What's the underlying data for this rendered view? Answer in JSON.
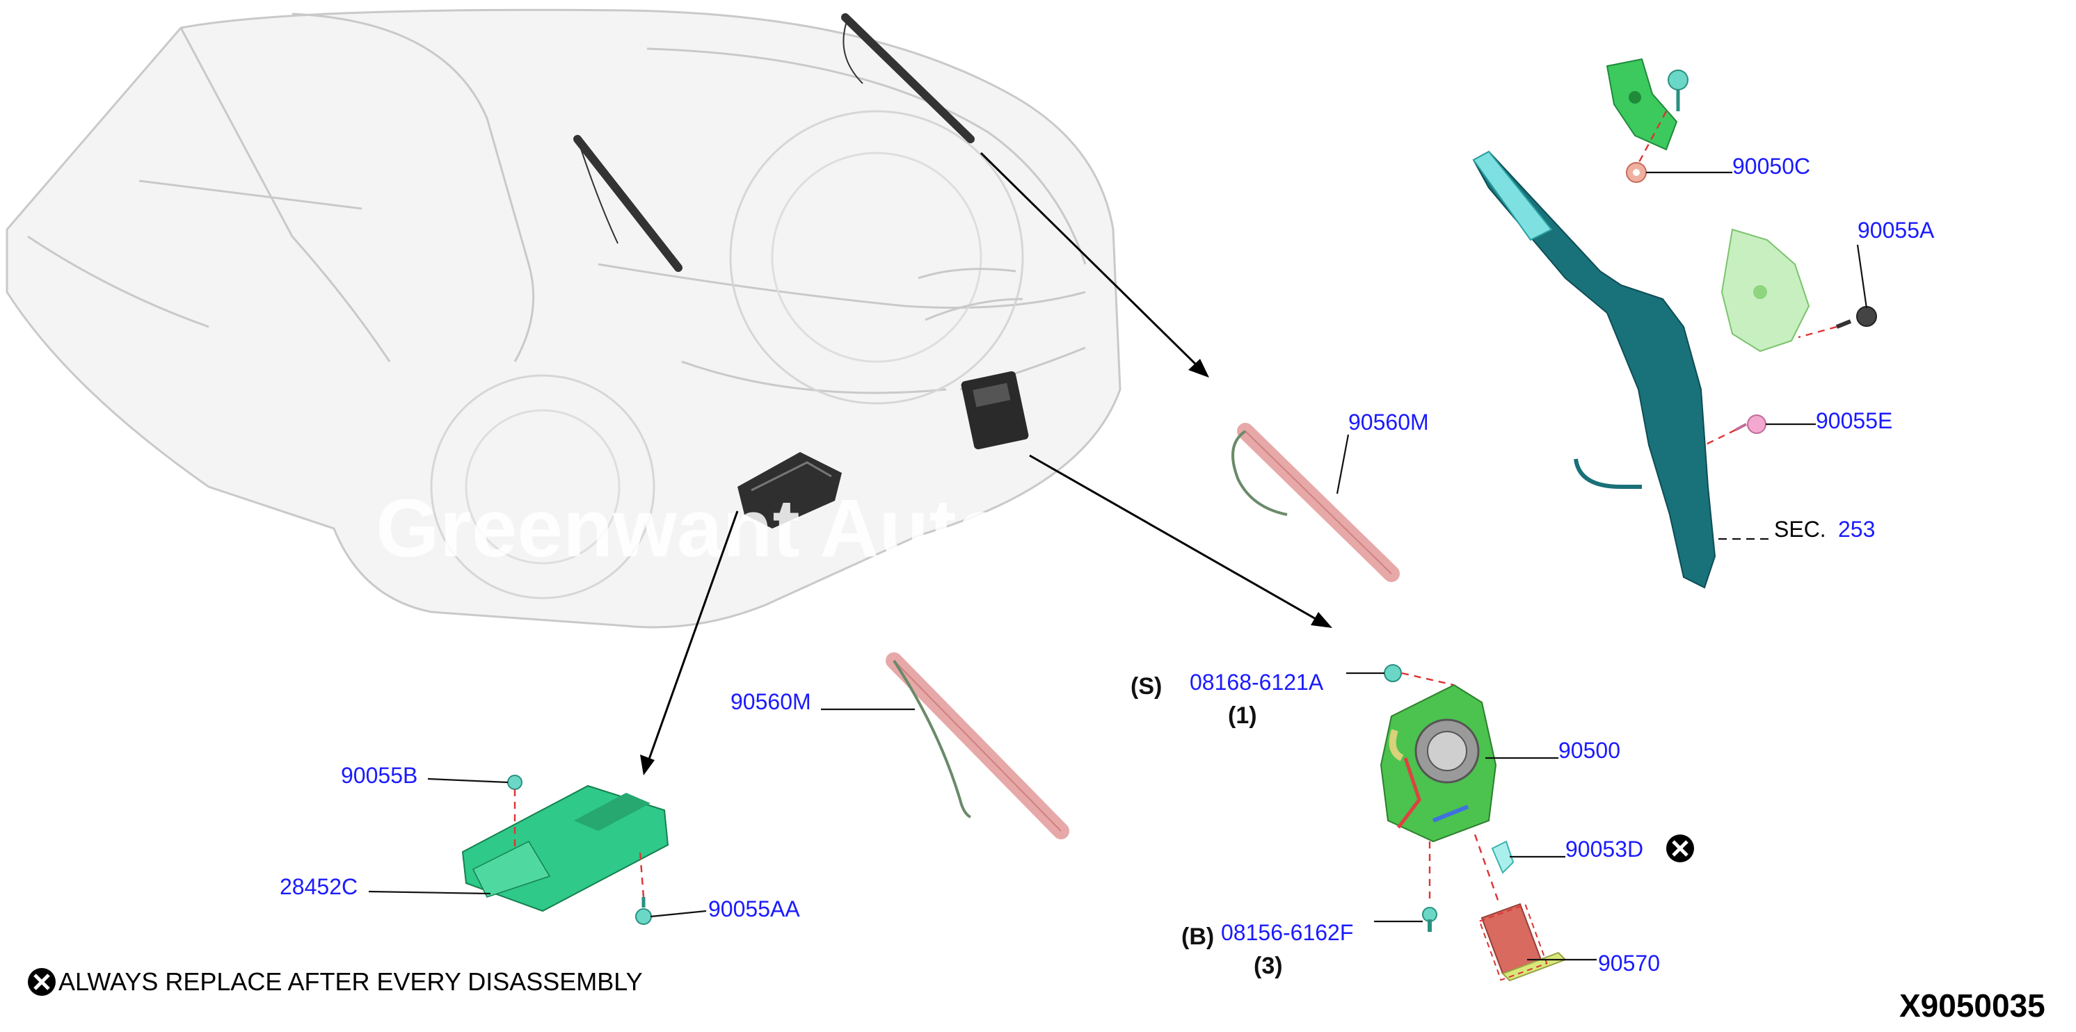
{
  "watermark": "Greenwant Auto Parts",
  "diagram_code": "X9050035",
  "note": {
    "icon": "x-circle-icon",
    "text": "ALWAYS REPLACE AFTER EVERY DISASSEMBLY"
  },
  "callouts": {
    "c90050C": "90050C",
    "c90055A": "90055A",
    "c90055E": "90055E",
    "sec253_prefix": "SEC.",
    "sec253_num": "253",
    "c90560M_upper": "90560M",
    "c90560M_lower": "90560M",
    "c08168": "08168-6121A",
    "c08168_prefix": "(S)",
    "c08168_qty": "(1)",
    "c90500": "90500",
    "c90053D": "90053D",
    "c08156": "08156-6162F",
    "c08156_prefix": "(B)",
    "c08156_qty": "(3)",
    "c90570": "90570",
    "c90055B": "90055B",
    "c28452C": "28452C",
    "c90055AA": "90055AA"
  },
  "colors": {
    "callout_text": "#1a1aff",
    "part_green": "#2fc98a",
    "part_teal": "#1f7f86",
    "part_pink": "#e9a0a0",
    "dash_red": "#dd3333"
  }
}
